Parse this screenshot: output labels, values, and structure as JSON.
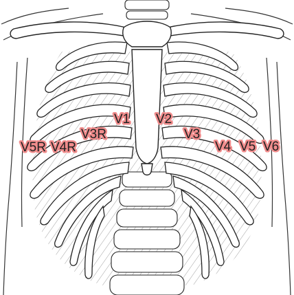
{
  "figure": {
    "leads": [
      {
        "id": "V1",
        "label": "V1"
      },
      {
        "id": "V2",
        "label": "V2"
      },
      {
        "id": "V3",
        "label": "V3"
      },
      {
        "id": "V3R",
        "label": "V3R"
      },
      {
        "id": "V4",
        "label": "V4"
      },
      {
        "id": "V5",
        "label": "V5"
      },
      {
        "id": "V6",
        "label": "V6"
      },
      {
        "id": "V4R",
        "label": "V4R"
      },
      {
        "id": "V5R",
        "label": "V5R"
      }
    ],
    "colors": {
      "line": "#222222",
      "rib_fill": "#ffffff",
      "hatch": "#666666",
      "label_highlight": "#f08c8c"
    }
  }
}
